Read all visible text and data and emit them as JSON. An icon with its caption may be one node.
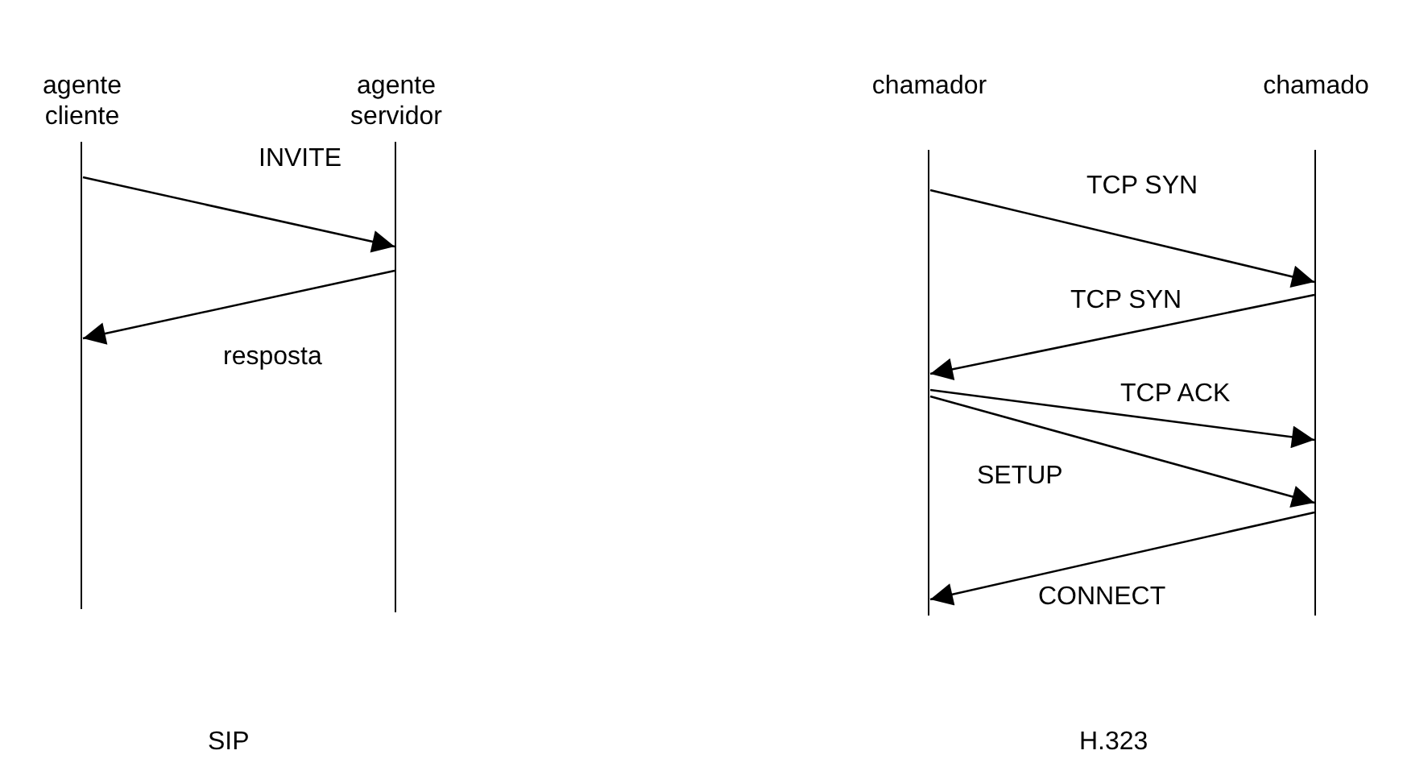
{
  "diagram": {
    "nodes": [
      {
        "text": [
          "agente cliente"
        ]
      },
      {
        "text": [
          "agente servidor"
        ]
      },
      {
        "text": [
          "chamador"
        ]
      },
      {
        "text": [
          "chamado"
        ]
      }
    ],
    "edges": [
      {
        "from": 0,
        "to": 1,
        "arrow": "to",
        "label": "INVITE"
      },
      {
        "from": 1,
        "to": 0,
        "arrow": "to",
        "label": "resposta"
      },
      {
        "from": 2,
        "to": 3,
        "arrow": "to",
        "label": "TCP SYN"
      },
      {
        "from": 3,
        "to": 2,
        "arrow": "to",
        "label": "TCP SYN"
      },
      {
        "from": 2,
        "to": 3,
        "arrow": "to",
        "label": "TCP ACK"
      },
      {
        "from": 2,
        "to": 3,
        "arrow": "to",
        "label": "SETUP"
      },
      {
        "from": 3,
        "to": 2,
        "arrow": "to",
        "label": "CONNECT"
      }
    ],
    "labels": [
      "SIP",
      "H.323"
    ]
  }
}
